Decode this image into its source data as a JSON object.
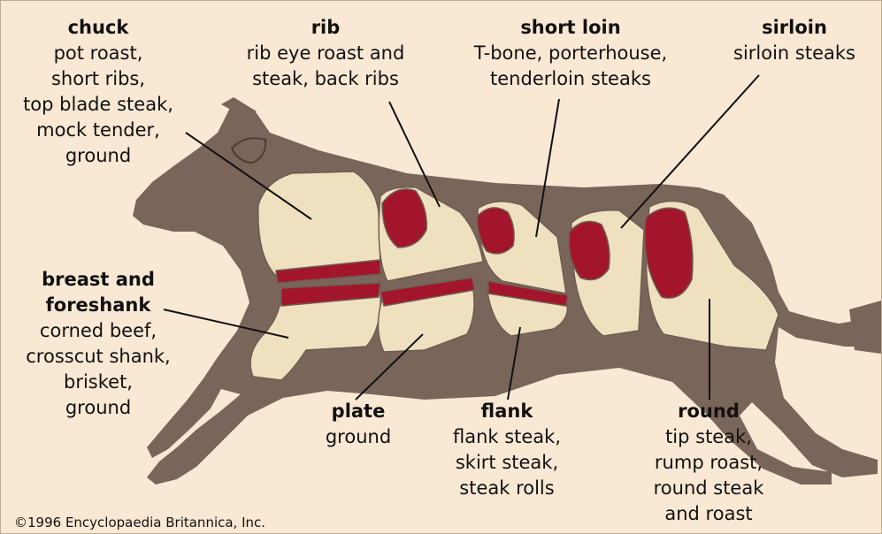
{
  "cuts": {
    "chuck": {
      "name": "chuck",
      "uses": [
        "pot roast,",
        "short ribs,",
        "top blade steak,",
        "mock tender,",
        "ground"
      ]
    },
    "rib": {
      "name": "rib",
      "uses": [
        "rib eye roast and",
        "steak, back ribs"
      ]
    },
    "short_loin": {
      "name": "short loin",
      "uses": [
        "T-bone, porterhouse,",
        "tenderloin steaks"
      ]
    },
    "sirloin": {
      "name": "sirloin",
      "uses": [
        "sirloin steaks"
      ]
    },
    "breast": {
      "name_lines": [
        "breast and",
        "foreshank"
      ],
      "uses": [
        "corned beef,",
        "crosscut shank,",
        "brisket,",
        "ground"
      ]
    },
    "plate": {
      "name": "plate",
      "uses": [
        "ground"
      ]
    },
    "flank": {
      "name": "flank",
      "uses": [
        "flank steak,",
        "skirt steak,",
        "steak rolls"
      ]
    },
    "round": {
      "name": "round",
      "uses": [
        "tip steak,",
        "rump roast,",
        "round steak",
        "and roast"
      ]
    }
  },
  "copyright": "©1996 Encyclopaedia Britannica, Inc.",
  "colors": {
    "background": "#f8e8d4",
    "cow": "#7a655a",
    "fat": "#efe1bf",
    "meat": "#a3152b"
  }
}
